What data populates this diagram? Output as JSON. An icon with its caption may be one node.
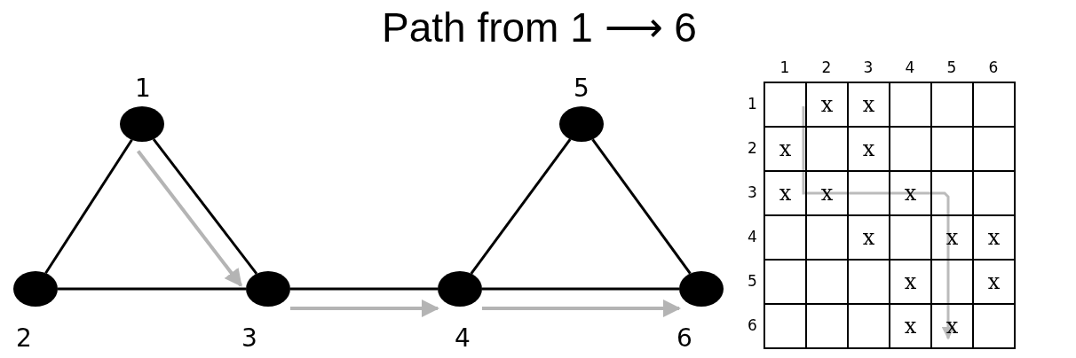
{
  "diagram": {
    "title": "Path from 1 ⟶ 6",
    "nodes": [
      {
        "text": [],
        "shape": "circle",
        "beside": [
          "2"
        ]
      },
      {
        "text": [],
        "shape": "circle",
        "beside": [
          "1"
        ]
      },
      {
        "text": [],
        "shape": "circle",
        "beside": [
          "3"
        ]
      },
      {
        "text": [],
        "shape": "circle",
        "beside": [
          "4"
        ]
      },
      {
        "text": [],
        "shape": "circle",
        "beside": [
          "5"
        ]
      },
      {
        "text": [],
        "shape": "circle",
        "beside": [
          "6"
        ]
      }
    ],
    "edges": [
      {
        "from": 1,
        "to": 0,
        "arrow": "none"
      },
      {
        "from": 1,
        "to": 2,
        "arrow": "none"
      },
      {
        "from": 0,
        "to": 2,
        "arrow": "none"
      },
      {
        "from": 2,
        "to": 3,
        "arrow": "none"
      },
      {
        "from": 3,
        "to": 4,
        "arrow": "none"
      },
      {
        "from": 4,
        "to": 5,
        "arrow": "none"
      },
      {
        "from": 3,
        "to": 5,
        "arrow": "none"
      },
      {
        "from": 1,
        "to": 2,
        "arrow": "to",
        "color": "#b4b4b4"
      },
      {
        "from": 2,
        "to": 3,
        "arrow": "to",
        "color": "#b4b4b4"
      },
      {
        "from": 3,
        "to": 5,
        "arrow": "to",
        "color": "#b4b4b4"
      }
    ],
    "labels": [
      "1",
      "2",
      "3",
      "4",
      "5",
      "6",
      "1",
      "x",
      "x",
      "2",
      "x",
      "x",
      "3",
      "x",
      "x",
      "x",
      "4",
      "x",
      "x",
      "x",
      "5",
      "x",
      "x",
      "6",
      "x",
      "x"
    ]
  }
}
